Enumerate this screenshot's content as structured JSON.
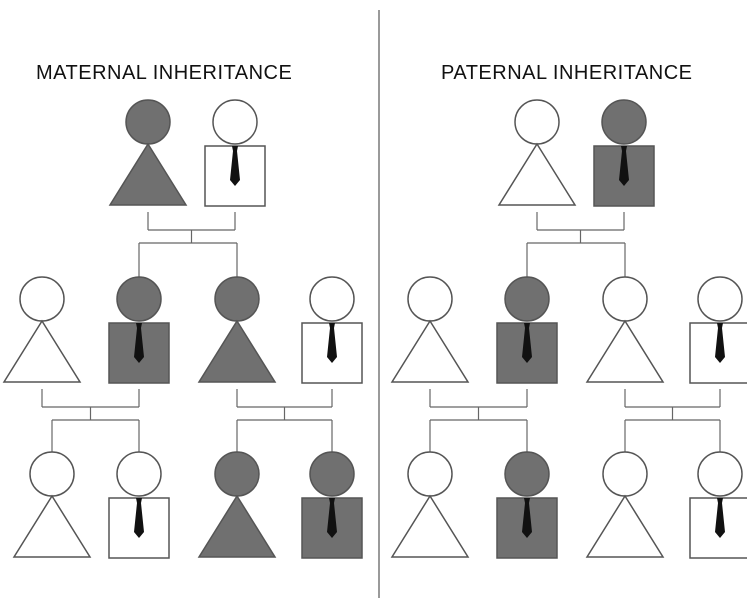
{
  "titles": {
    "left": "MATERNAL INHERITANCE",
    "right": "PATERNAL INHERITANCE"
  },
  "colors": {
    "affected": "#707070",
    "unaffected": "#ffffff",
    "outline": "#555555",
    "tie": "#111111"
  },
  "legend_meaning": {
    "shaded": "affected",
    "unshaded": "unaffected",
    "triangle": "female",
    "square_with_tie": "male"
  },
  "pedigrees": [
    {
      "name": "maternal",
      "generations": [
        [
          {
            "id": "m-g1-mother",
            "sex": "female",
            "affected": true
          },
          {
            "id": "m-g1-father",
            "sex": "male",
            "affected": false
          }
        ],
        [
          {
            "id": "m-g2-spouse-a",
            "sex": "female",
            "affected": false
          },
          {
            "id": "m-g2-son",
            "sex": "male",
            "affected": true
          },
          {
            "id": "m-g2-daughter",
            "sex": "female",
            "affected": true
          },
          {
            "id": "m-g2-spouse-b",
            "sex": "male",
            "affected": false
          }
        ],
        [
          {
            "id": "m-g3-child-1",
            "sex": "female",
            "affected": false
          },
          {
            "id": "m-g3-child-2",
            "sex": "male",
            "affected": false
          },
          {
            "id": "m-g3-child-3",
            "sex": "female",
            "affected": true
          },
          {
            "id": "m-g3-child-4",
            "sex": "male",
            "affected": true
          }
        ]
      ]
    },
    {
      "name": "paternal",
      "generations": [
        [
          {
            "id": "p-g1-mother",
            "sex": "female",
            "affected": false
          },
          {
            "id": "p-g1-father",
            "sex": "male",
            "affected": true
          }
        ],
        [
          {
            "id": "p-g2-spouse-a",
            "sex": "female",
            "affected": false
          },
          {
            "id": "p-g2-son",
            "sex": "male",
            "affected": true
          },
          {
            "id": "p-g2-daughter",
            "sex": "female",
            "affected": false
          },
          {
            "id": "p-g2-spouse-b",
            "sex": "male",
            "affected": false
          }
        ],
        [
          {
            "id": "p-g3-child-1",
            "sex": "female",
            "affected": false
          },
          {
            "id": "p-g3-child-2",
            "sex": "male",
            "affected": true
          },
          {
            "id": "p-g3-child-3",
            "sex": "female",
            "affected": false
          },
          {
            "id": "p-g3-child-4",
            "sex": "male",
            "affected": false
          }
        ]
      ]
    }
  ]
}
